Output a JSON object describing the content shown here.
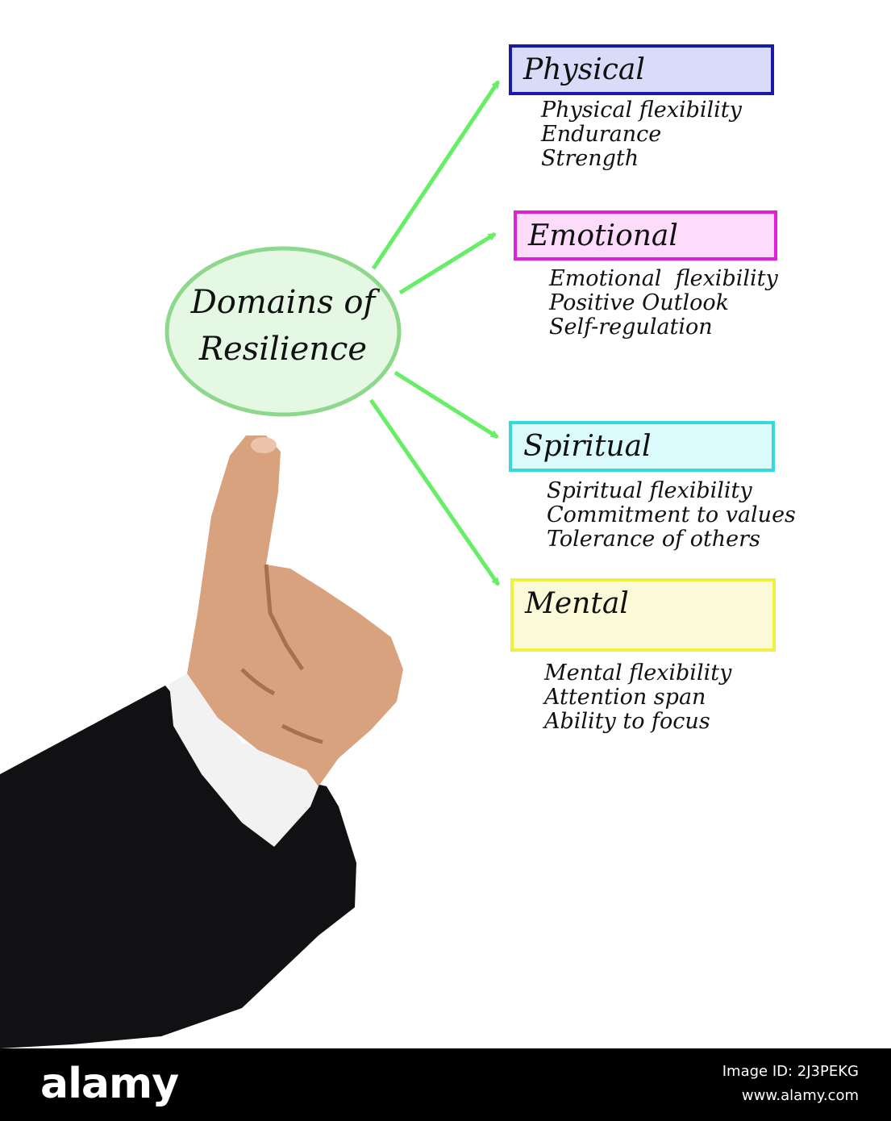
{
  "center": {
    "line1": "Domains of",
    "line2": "Resilience"
  },
  "domains": [
    {
      "title": "Physical",
      "border": "#1a1aa8",
      "fill": "#d8dcf8",
      "items": [
        "Physical flexibility",
        "Endurance",
        "Strength"
      ]
    },
    {
      "title": "Emotional",
      "border": "#e020d8",
      "fill": "#fcdcfa",
      "items": [
        "Emotional  flexibility",
        "Positive Outlook",
        "Self-regulation"
      ]
    },
    {
      "title": "Spiritual",
      "border": "#36d8d8",
      "fill": "#dafafc",
      "items": [
        "Spiritual flexibility",
        "Commitment to values",
        "Tolerance of others"
      ]
    },
    {
      "title": "Mental",
      "border": "#f0f040",
      "fill": "#fafad8",
      "items": [
        "Mental flexibility",
        "Attention span",
        "Ability to focus"
      ]
    }
  ],
  "colors": {
    "arrow": "#66ee66",
    "ellipse_border": "#8ed88e",
    "ellipse_fill": "#e4f8e4"
  },
  "footer": {
    "brand": "alamy",
    "image_id": "Image ID: 2J3PEKG",
    "url": "www.alamy.com"
  }
}
